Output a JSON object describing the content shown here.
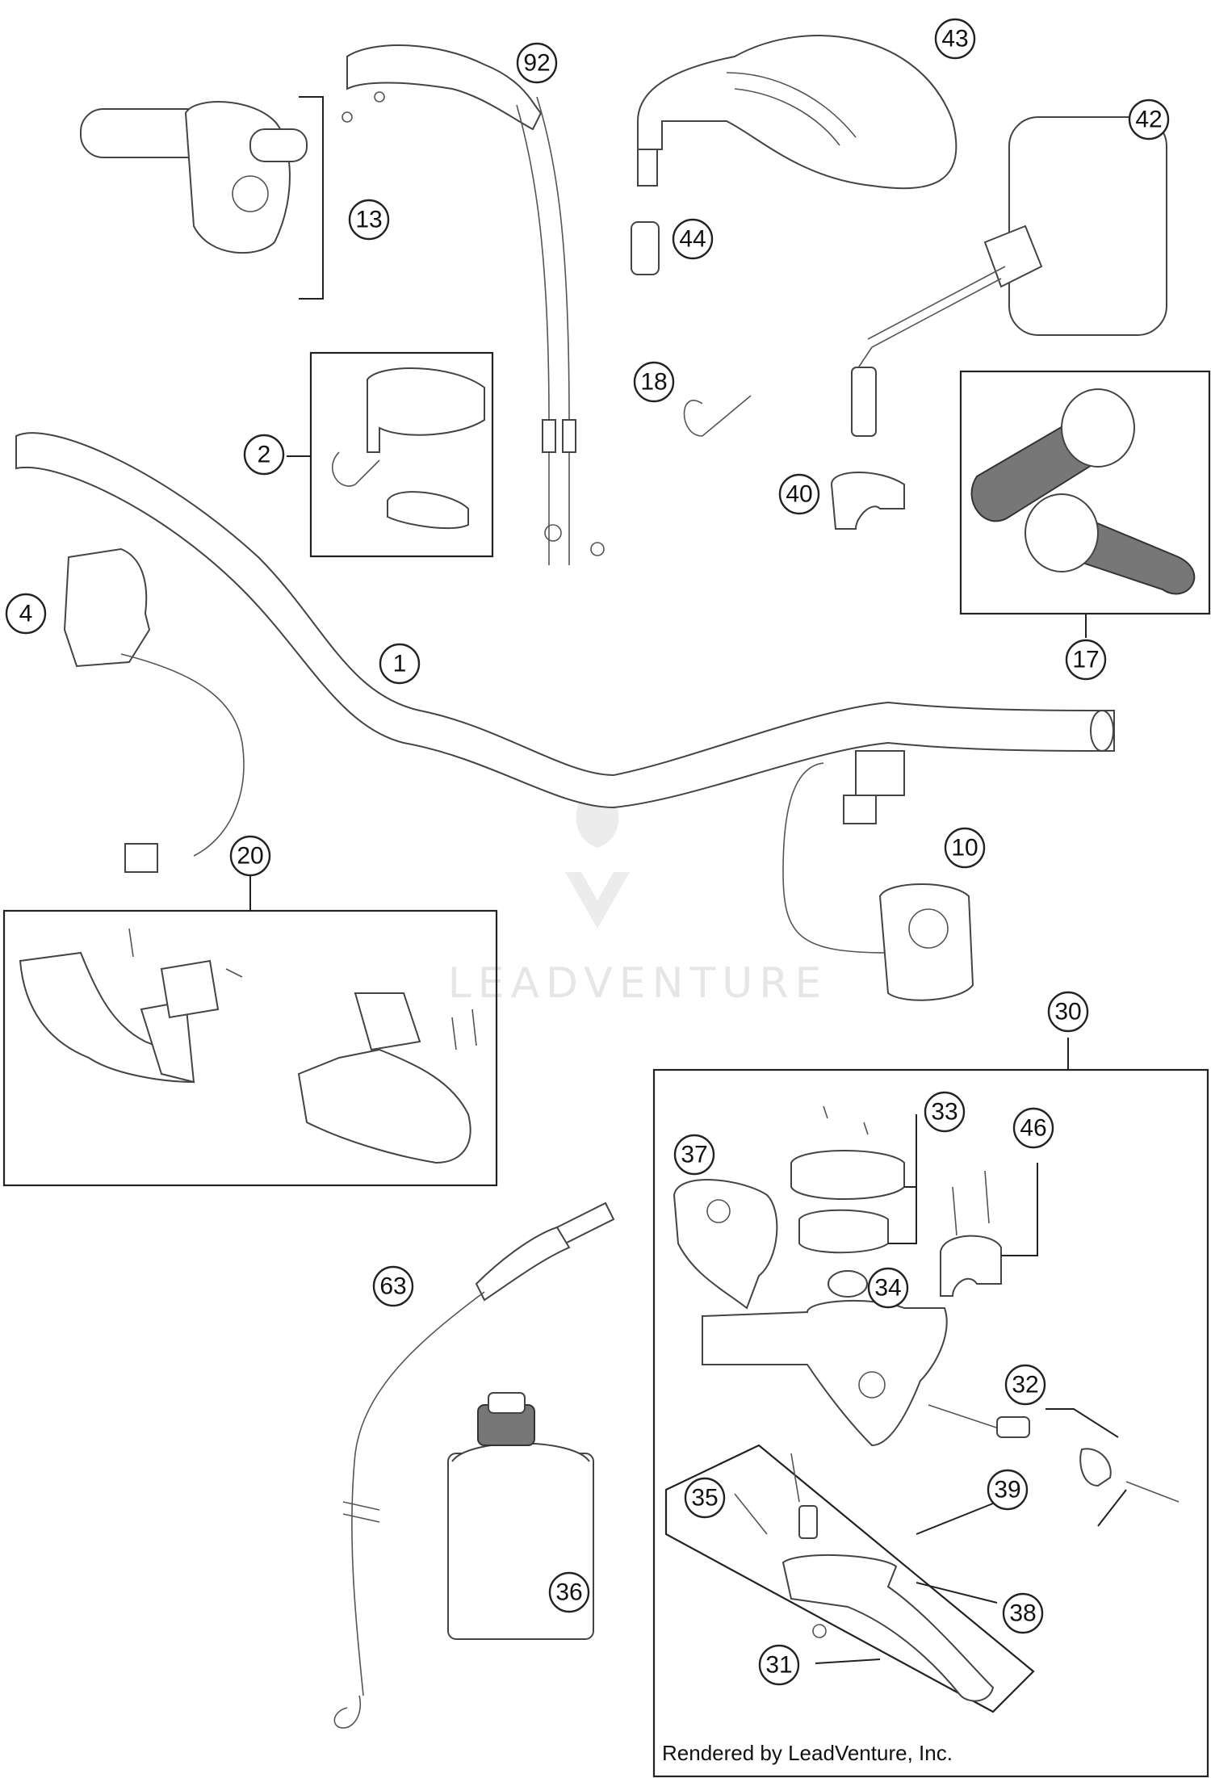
{
  "callouts": [
    "1",
    "2",
    "4",
    "10",
    "13",
    "17",
    "18",
    "20",
    "30",
    "31",
    "32",
    "33",
    "34",
    "35",
    "36",
    "37",
    "38",
    "39",
    "40",
    "42",
    "43",
    "44",
    "46",
    "63",
    "92"
  ],
  "watermark": "LEADVENTURE",
  "credit": "Rendered by LeadVenture, Inc."
}
